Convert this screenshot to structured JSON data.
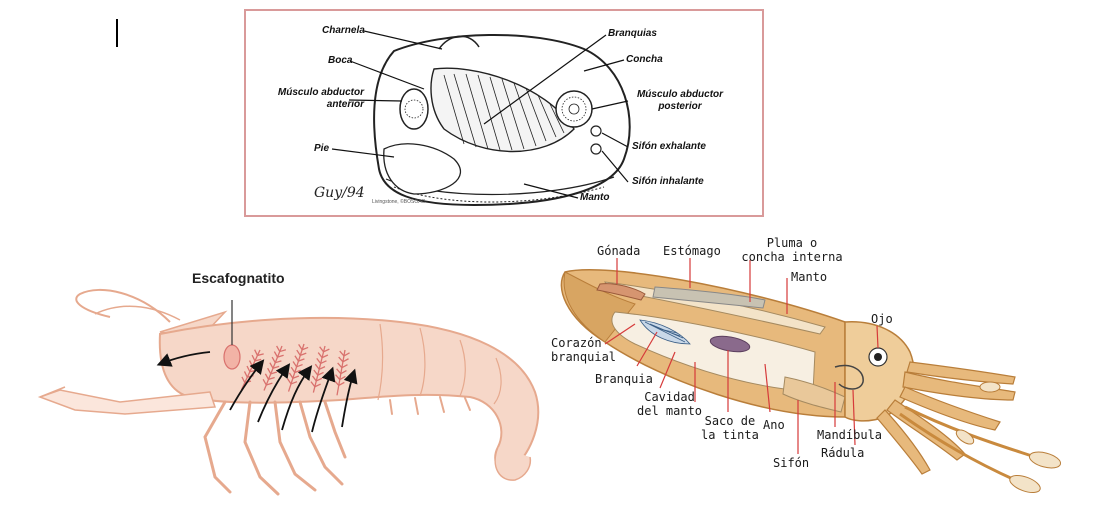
{
  "clam": {
    "labels": {
      "charnela": "Charnela",
      "boca": "Boca",
      "musculo_anterior_1": "Músculo abductor",
      "musculo_anterior_2": "anterior",
      "pie": "Pie",
      "branquias": "Branquias",
      "concha": "Concha",
      "musculo_posterior_1": "Músculo abductor",
      "musculo_posterior_2": "posterior",
      "sifon_exhalante": "Sifón exhalante",
      "sifon_inhalante": "Sifón inhalante",
      "manto": "Manto"
    },
    "signature": "Guy/94",
    "credit": "Livingstone, ©BOSOAC"
  },
  "shrimp": {
    "label": "Escafognatito"
  },
  "squid": {
    "labels": {
      "gonada": "Gónada",
      "estomago": "Estómago",
      "pluma_1": "Pluma o",
      "pluma_2": "concha interna",
      "manto": "Manto",
      "ojo": "Ojo",
      "corazon_1": "Corazón",
      "corazon_2": "branquial",
      "branquia": "Branquia",
      "cavidad_1": "Cavidad",
      "cavidad_2": "del manto",
      "saco_1": "Saco de",
      "saco_2": "la tinta",
      "ano": "Ano",
      "sifon": "Sifón",
      "mandibula": "Mandíbula",
      "radula": "Rádula"
    }
  },
  "colors": {
    "frame_border": "#d99a9a",
    "shrimp_body": "#f6d7c8",
    "shrimp_outline": "#e6a98e",
    "gill": "#d9726e",
    "squid_body": "#e7b97c",
    "squid_dark": "#c98a3e",
    "ink_sac": "#8a6a8c"
  }
}
